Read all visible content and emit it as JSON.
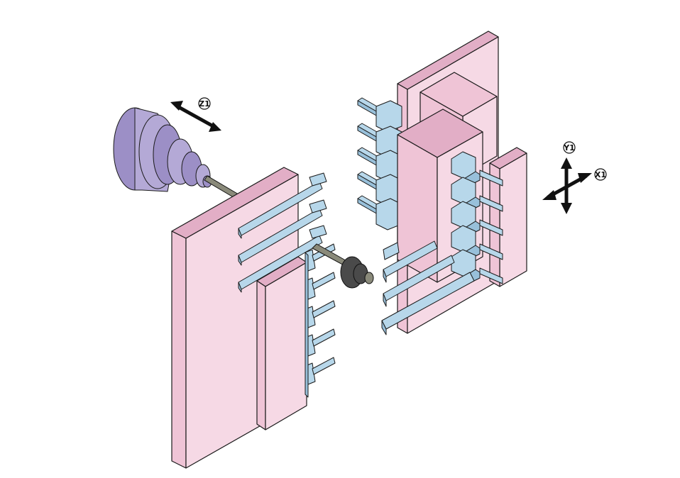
{
  "axis_labels": {
    "z1": "Z1",
    "y1": "Y1",
    "x1": "X1"
  },
  "colors": {
    "slide_pink": "#efc4d6",
    "tool_blue": "#b7d7ea",
    "spindle_purple": "#b4a9d6",
    "workpiece_dark": "#4a4a4a"
  },
  "icons": {
    "z1_arrow": "double-arrow-icon",
    "xy_arrows": "cross-arrows-icon"
  }
}
